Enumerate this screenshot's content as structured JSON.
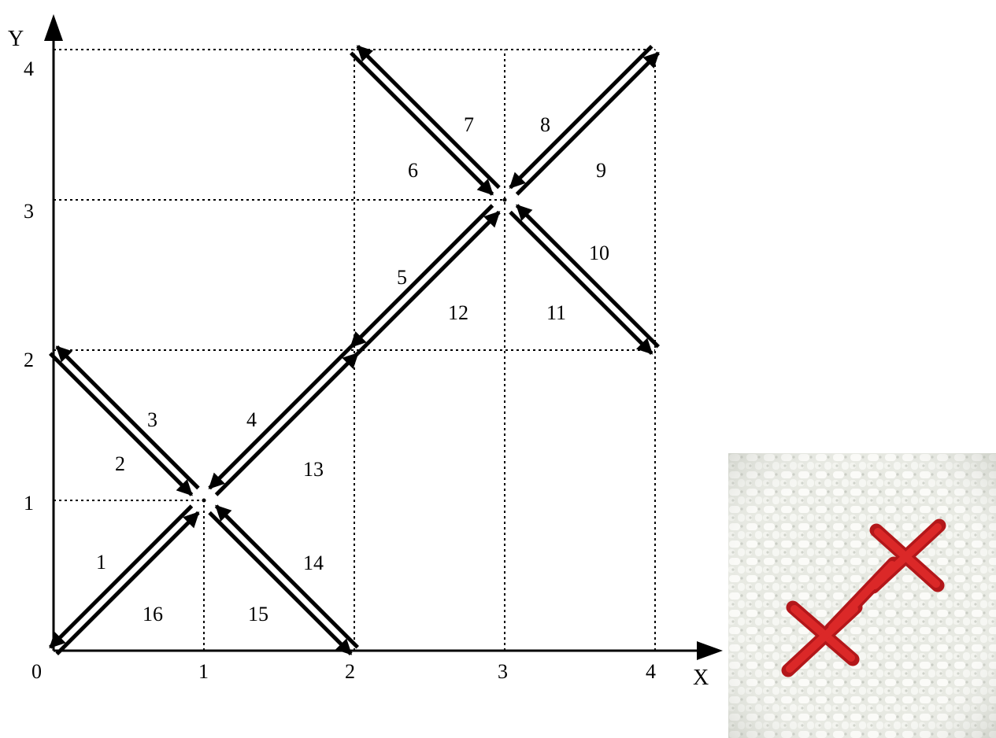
{
  "axes": {
    "x_label": "X",
    "y_label": "Y",
    "origin_label": "0",
    "x_ticks": [
      "1",
      "2",
      "3",
      "4"
    ],
    "y_ticks": [
      "1",
      "2",
      "3",
      "4"
    ]
  },
  "stitch_numbers": [
    "1",
    "2",
    "3",
    "4",
    "5",
    "6",
    "7",
    "8",
    "9",
    "10",
    "11",
    "12",
    "13",
    "14",
    "15",
    "16"
  ],
  "stitch_path": [
    {
      "n": "1",
      "from": [
        0,
        0
      ],
      "to": [
        1,
        1
      ]
    },
    {
      "n": "2",
      "from": [
        1,
        1
      ],
      "to": [
        0,
        2
      ]
    },
    {
      "n": "3",
      "from": [
        0,
        2
      ],
      "to": [
        1,
        1
      ]
    },
    {
      "n": "4",
      "from": [
        1,
        1
      ],
      "to": [
        2,
        2
      ]
    },
    {
      "n": "5",
      "from": [
        2,
        2
      ],
      "to": [
        3,
        3
      ]
    },
    {
      "n": "6",
      "from": [
        3,
        3
      ],
      "to": [
        2,
        4
      ]
    },
    {
      "n": "7",
      "from": [
        2,
        4
      ],
      "to": [
        3,
        3
      ]
    },
    {
      "n": "8",
      "from": [
        3,
        3
      ],
      "to": [
        4,
        4
      ]
    },
    {
      "n": "9",
      "from": [
        4,
        4
      ],
      "to": [
        3,
        3
      ]
    },
    {
      "n": "10",
      "from": [
        3,
        3
      ],
      "to": [
        4,
        2
      ]
    },
    {
      "n": "11",
      "from": [
        4,
        2
      ],
      "to": [
        3,
        3
      ]
    },
    {
      "n": "12",
      "from": [
        3,
        3
      ],
      "to": [
        2,
        2
      ]
    },
    {
      "n": "13",
      "from": [
        2,
        2
      ],
      "to": [
        1,
        1
      ]
    },
    {
      "n": "14",
      "from": [
        1,
        1
      ],
      "to": [
        2,
        0
      ]
    },
    {
      "n": "15",
      "from": [
        2,
        0
      ],
      "to": [
        1,
        1
      ]
    },
    {
      "n": "16",
      "from": [
        1,
        1
      ],
      "to": [
        0,
        0
      ]
    }
  ],
  "colors": {
    "ink": "#000000",
    "thread": "#d41e1e",
    "fabric": "#eef0ea"
  },
  "photo": {
    "subject": "two red cross-stitches on white aida fabric"
  }
}
